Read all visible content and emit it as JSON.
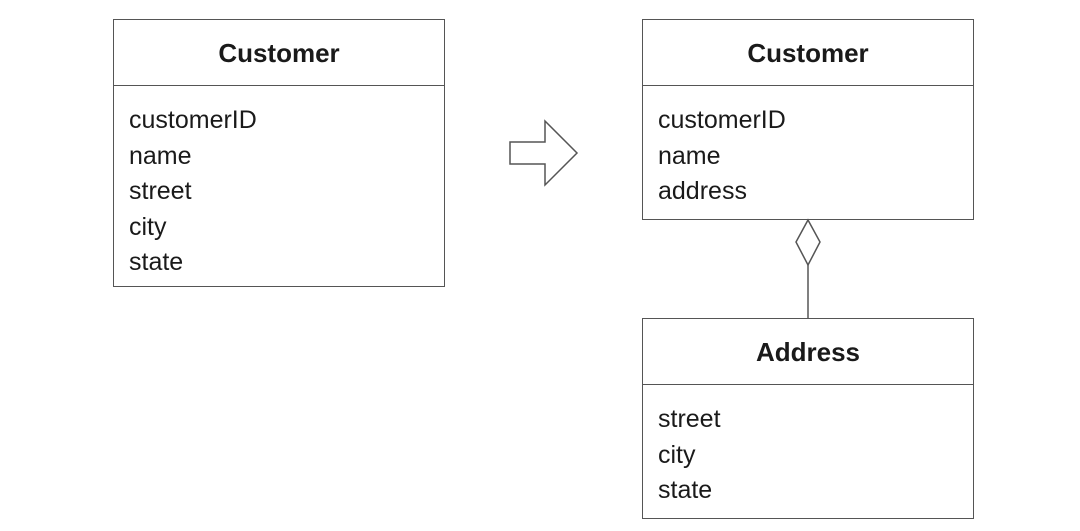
{
  "before": {
    "class_name": "Customer",
    "attributes": [
      "customerID",
      "name",
      "street",
      "city",
      "state"
    ]
  },
  "after": {
    "customer": {
      "class_name": "Customer",
      "attributes": [
        "customerID",
        "name",
        "address"
      ]
    },
    "address": {
      "class_name": "Address",
      "attributes": [
        "street",
        "city",
        "state"
      ]
    }
  },
  "relationship": {
    "type": "aggregation",
    "whole": "Customer",
    "part": "Address"
  },
  "transformation_arrow_icon": "right-arrow-icon",
  "colors": {
    "border": "#555555",
    "text": "#1a1a1a",
    "background": "#ffffff"
  }
}
